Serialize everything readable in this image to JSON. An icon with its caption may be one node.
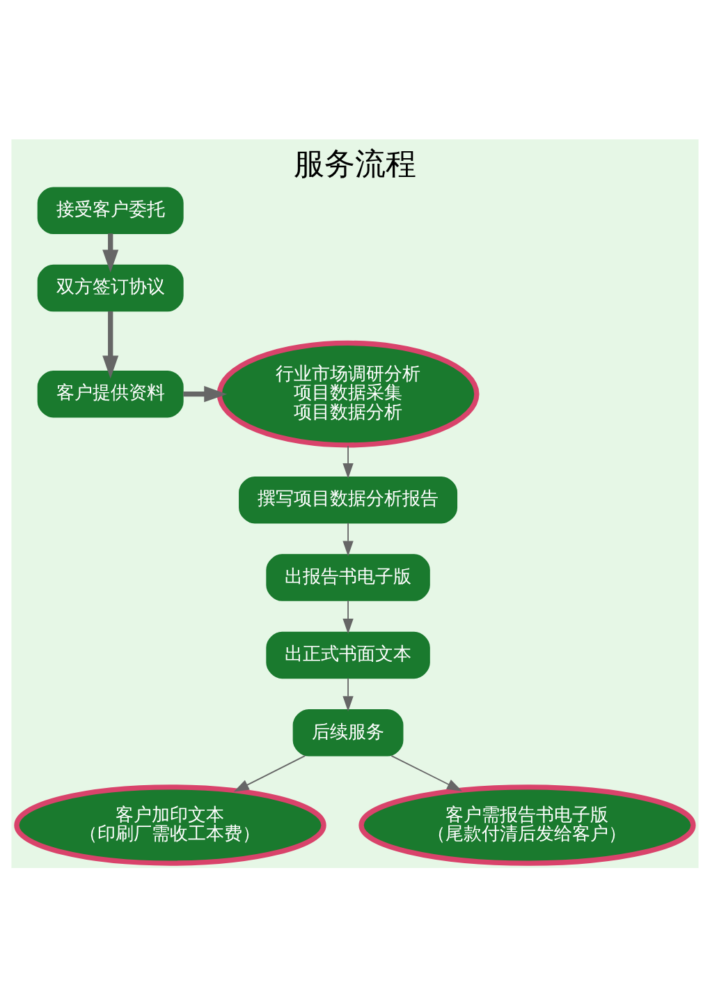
{
  "diagram": {
    "title": "服务流程",
    "nodes": [
      {
        "text": [
          "接受客户委托"
        ]
      },
      {
        "text": [
          "双方签订协议"
        ]
      },
      {
        "text": [
          "客户提供资料"
        ]
      },
      {
        "text": [
          "行业市场调研分析",
          "项目数据采集",
          "项目数据分析"
        ]
      },
      {
        "text": [
          "撰写项目数据分析报告"
        ]
      },
      {
        "text": [
          "出报告书电子版"
        ]
      },
      {
        "text": [
          "出正式书面文本"
        ]
      },
      {
        "text": [
          "后续服务"
        ]
      },
      {
        "text": [
          "客户加印文本",
          "（印刷厂需收工本费）"
        ]
      },
      {
        "text": [
          "客户需报告书电子版",
          "（尾款付清后发给客户）"
        ]
      }
    ],
    "edges": [
      {
        "from": 0,
        "to": 1,
        "arrow": "to",
        "style": "thick"
      },
      {
        "from": 1,
        "to": 2,
        "arrow": "to",
        "style": "thick"
      },
      {
        "from": 2,
        "to": 3,
        "arrow": "to",
        "style": "thick"
      },
      {
        "from": 3,
        "to": 4,
        "arrow": "to"
      },
      {
        "from": 4,
        "to": 5,
        "arrow": "to"
      },
      {
        "from": 5,
        "to": 6,
        "arrow": "to"
      },
      {
        "from": 6,
        "to": 7,
        "arrow": "to"
      },
      {
        "from": 7,
        "to": 8,
        "arrow": "to"
      },
      {
        "from": 7,
        "to": 9,
        "arrow": "to"
      }
    ]
  }
}
